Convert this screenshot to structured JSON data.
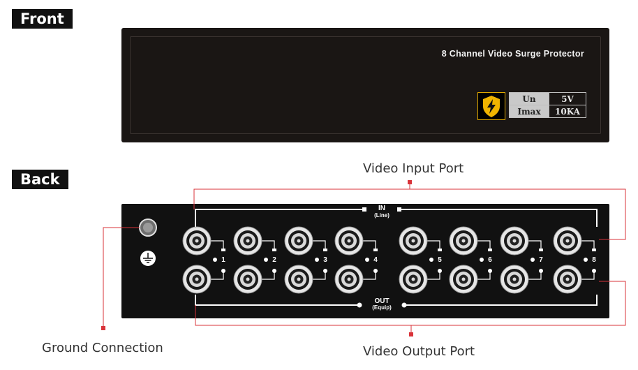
{
  "labels": {
    "front": "Front",
    "back": "Back"
  },
  "front_panel": {
    "title": "8 Channel Video Surge Protector",
    "icon": "lightning-shield-icon",
    "specs": [
      {
        "key": "Un",
        "value": "5V"
      },
      {
        "key": "Imax",
        "value": "10KA"
      }
    ]
  },
  "back_panel": {
    "in_label": "IN",
    "in_sub": "(Line)",
    "out_label": "OUT",
    "out_sub": "(Equip)",
    "channels": [
      "1",
      "2",
      "3",
      "4",
      "5",
      "6",
      "7",
      "8"
    ],
    "ground_icon": "ground-symbol-icon",
    "ground_terminal_icon": "ground-terminal-icon"
  },
  "callouts": {
    "video_input": "Video Input Port",
    "video_output": "Video Output Port",
    "ground": "Ground Connection"
  },
  "colors": {
    "panel": "#1a1614",
    "callout_line": "#d9333a",
    "shield_accent": "#f0b400"
  }
}
